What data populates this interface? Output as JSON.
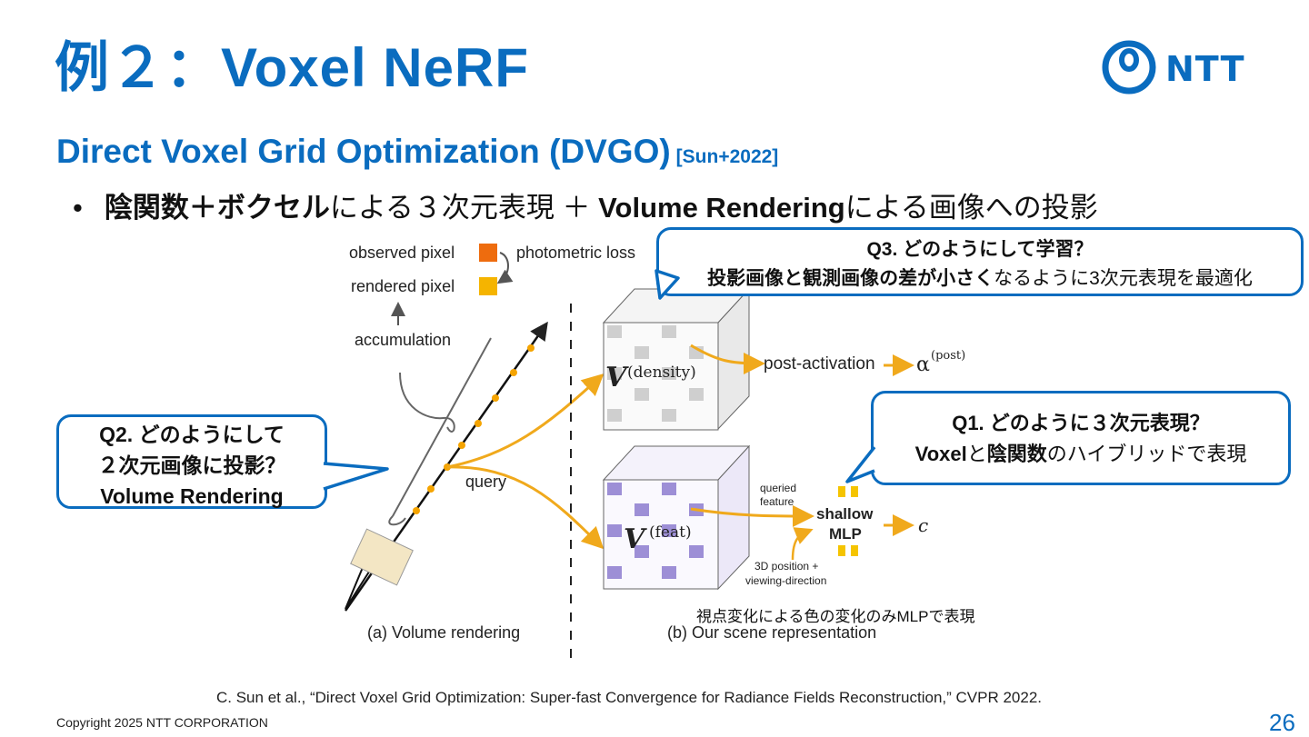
{
  "slide": {
    "title": "例２：Voxel NeRF",
    "subtitle": "Direct Voxel Grid Optimization (DVGO)",
    "subtitle_cite": "[Sun+2022]",
    "bullet_dot": "•",
    "bullet_bold1": "陰関数＋ボクセル",
    "bullet_text1": "による３次元表現 ＋ ",
    "bullet_bold2": "Volume Rendering",
    "bullet_text2": "による画像への投影"
  },
  "logo": {
    "text": "NTT",
    "icon": "ntt-logo-icon",
    "color": "#0a6cbf"
  },
  "figure": {
    "observed_pixel": "observed pixel",
    "rendered_pixel": "rendered pixel",
    "photometric_loss": "photometric loss",
    "accumulation": "accumulation",
    "query": "query",
    "v_density": "V",
    "v_density_sup": "(density)",
    "v_feat": "V",
    "v_feat_sup": "(feat)",
    "post_activation": "post-activation",
    "alpha": "α",
    "alpha_sup": "(post)",
    "queried_feature_1": "queried",
    "queried_feature_2": "feature",
    "shallow": "shallow",
    "mlp": "MLP",
    "c": "c",
    "pos_1": "3D position +",
    "pos_2": "viewing-direction",
    "caption_a": "(a) Volume rendering",
    "caption_b": "(b) Our scene representation",
    "colors": {
      "observed": "#ee6c0e",
      "rendered": "#f5b400",
      "arrow": "#f0a91c",
      "density_cube": "#cfcfcf",
      "feat_cube": "#9d8fd6"
    }
  },
  "annotation": "視点変化による色の変化のみMLPで表現",
  "callouts": {
    "q3_line1": "Q3. どのようにして学習？",
    "q3_line2_bold": "投影画像と観測画像の差が小さく",
    "q3_line2_rest": "なるように3次元表現を最適化",
    "q1_line1": "Q1. どのように３次元表現？",
    "q1_bold1": "Voxel",
    "q1_mid": "と",
    "q1_bold2": "陰関数",
    "q1_rest": "のハイブリッドで表現",
    "q2_line1": "Q2. どのようにして",
    "q2_line2": "２次元画像に投影？",
    "q2_line3": "Volume Rendering"
  },
  "footer": {
    "reference": "C. Sun et al., “Direct Voxel Grid Optimization: Super-fast Convergence for Radiance Fields Reconstruction,” CVPR 2022.",
    "copyright": "Copyright 2025 NTT CORPORATION",
    "page_number": "26"
  }
}
